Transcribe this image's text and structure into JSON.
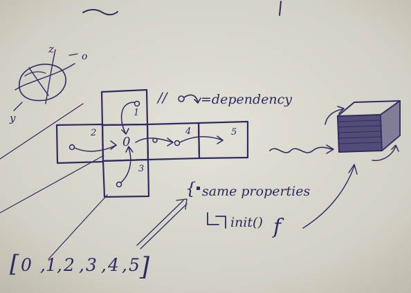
{
  "ink_color": "#2e2a63",
  "paper_color": "#d9d6cc",
  "axes": {
    "z": "z",
    "y": "y",
    "origin": "o"
  },
  "net": {
    "face_labels": [
      "0",
      "1",
      "2",
      "3",
      "4",
      "5"
    ]
  },
  "legend": {
    "comment": "//",
    "text": "=dependency"
  },
  "props": {
    "brace": "{",
    "text": "same properties"
  },
  "init": {
    "text": "init()",
    "f": "f"
  },
  "array": {
    "open": "[",
    "items": [
      "0",
      "1",
      "2",
      "3",
      "4",
      "5"
    ],
    "close": "]"
  }
}
